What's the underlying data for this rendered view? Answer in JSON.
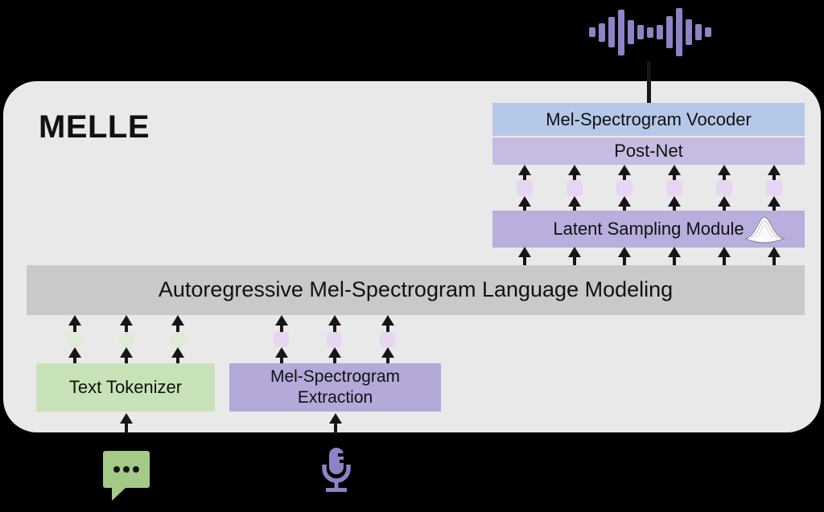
{
  "title": "MELLE",
  "modules": {
    "vocoder": {
      "label": "Mel-Spectrogram Vocoder"
    },
    "post_net": {
      "label": "Post-Net"
    },
    "latent_sampling": {
      "label": "Latent Sampling Module"
    },
    "ar_lm": {
      "label": "Autoregressive Mel-Spectrogram Language Modeling"
    },
    "text_tokenizer": {
      "label": "Text Tokenizer"
    },
    "mel_extraction": {
      "label": "Mel-Spectrogram Extraction"
    }
  },
  "icons": {
    "waveform": "audio-waveform-icon",
    "gaussian": "gaussian-distribution-icon",
    "chat": "text-message-icon",
    "microphone": "microphone-icon"
  },
  "waveform_bars": [
    12,
    23,
    38,
    57,
    30,
    18,
    13,
    18,
    40,
    60,
    32,
    20,
    12
  ],
  "colors": {
    "background": "#000000",
    "panel": "#e9e9e9",
    "vocoder": "#b5c8e8",
    "post_net": "#c6bce2",
    "latent_sampling": "#b9aedd",
    "ar_lm": "#c9c9c9",
    "text_tokenizer": "#c8e2b7",
    "mel_extraction": "#b4a9d8",
    "token_green": "#dcedd2",
    "token_lilac": "#e6d6f3",
    "icon_purple": "#8d83c6",
    "icon_green": "#a4ca87",
    "arrow": "#161616"
  }
}
